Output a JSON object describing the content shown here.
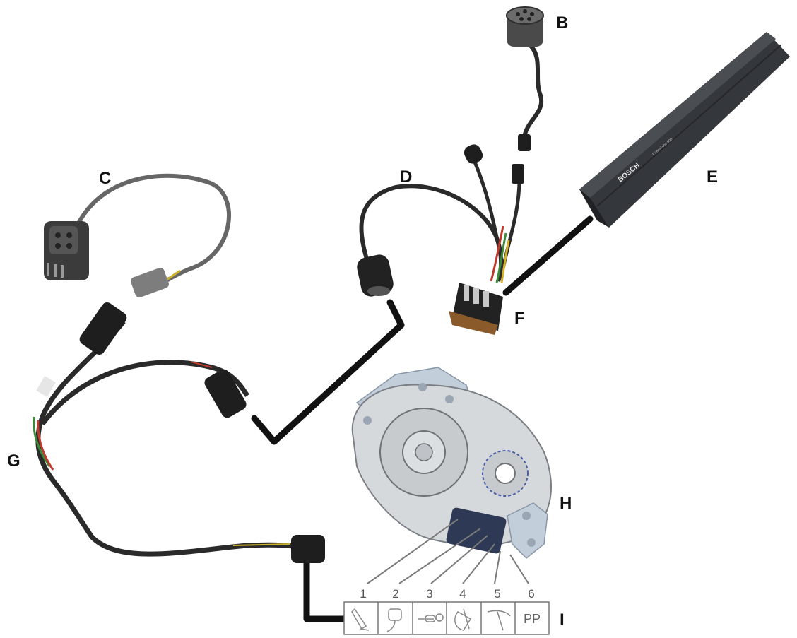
{
  "labels": {
    "B": "B",
    "C": "C",
    "D": "D",
    "E": "E",
    "F": "F",
    "G": "G",
    "H": "H",
    "I": "I"
  },
  "battery": {
    "brand": "BOSCH",
    "model": "PowerTube 500"
  },
  "connector_strip": {
    "pin_numbers": [
      "1",
      "2",
      "3",
      "4",
      "5",
      "6"
    ],
    "slot6_text": "PP",
    "slot_icons": [
      "speed-sensor-icon",
      "rear-light-icon",
      "front-light-icon",
      "headlight-icon",
      "display-icon",
      "pp-slot"
    ]
  },
  "colors": {
    "cable": "#2a2a2a",
    "link_line": "#111111",
    "battery": "#34373b",
    "connector": "#1e1e1e",
    "motor_body": "#d6d9dc",
    "motor_bracket": "#c3cedb",
    "wire_red": "#c0392b",
    "wire_green": "#3a8a3a",
    "wire_yellow": "#d4b12a"
  }
}
